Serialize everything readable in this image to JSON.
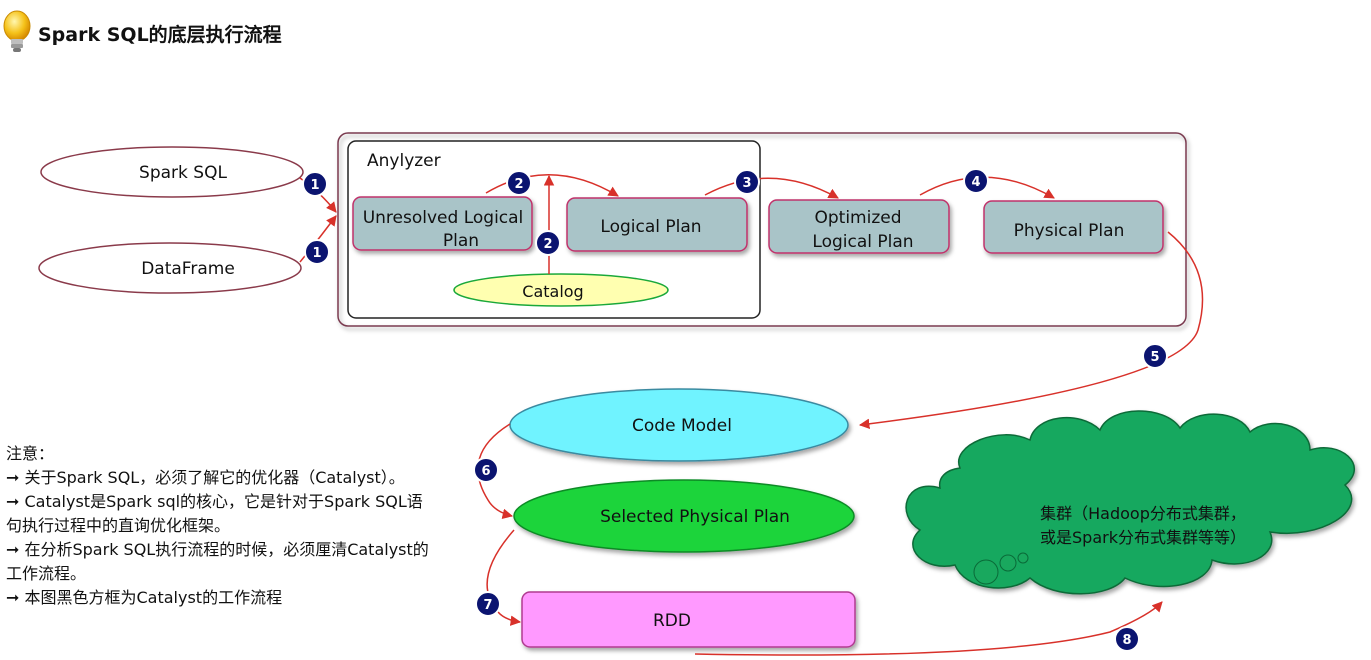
{
  "title": "Spark SQL的底层执行流程",
  "inputs": {
    "spark_sql": "Spark SQL",
    "dataframe": "DataFrame"
  },
  "analyzer_label": "Anylyzer",
  "plans": {
    "unresolved_line1": "Unresolved Logical",
    "unresolved_line2": "Plan",
    "logical": "Logical Plan",
    "optimized_line1": "Optimized",
    "optimized_line2": "Logical Plan",
    "physical": "Physical Plan"
  },
  "catalog": "Catalog",
  "code_model": "Code Model",
  "selected_physical_plan": "Selected Physical Plan",
  "rdd": "RDD",
  "cluster": {
    "line1": "集群（Hadoop分布式集群，",
    "line2": "或是Spark分布式集群等等）"
  },
  "steps": {
    "s1a": "1",
    "s1b": "1",
    "s2a": "2",
    "s2b": "2",
    "s3": "3",
    "s4": "4",
    "s5": "5",
    "s6": "6",
    "s7": "7",
    "s8": "8"
  },
  "notes": [
    "注意：",
    "➞ 关于Spark SQL，必须了解它的优化器（Catalyst）。",
    "➞ Catalyst是Spark sql的核心，它是针对于Spark SQL语",
    "句执行过程中的直询优化框架。",
    "➞ 在分析Spark SQL执行流程的时候，必须厘清Catalyst的",
    "工作流程。",
    "➞ 本图黑色方框为Catalyst的工作流程"
  ],
  "colors": {
    "plan_fill": "#a9c4c8",
    "plan_border": "#c0306a",
    "arrow": "#d8312a",
    "badge": "#0b1470",
    "catalog_fill": "#ffffb0",
    "code_model_fill": "#6ff3ff",
    "selected_fill": "#1ad43a",
    "rdd_fill": "#ff99ff",
    "cloud_fill": "#19a85e"
  }
}
